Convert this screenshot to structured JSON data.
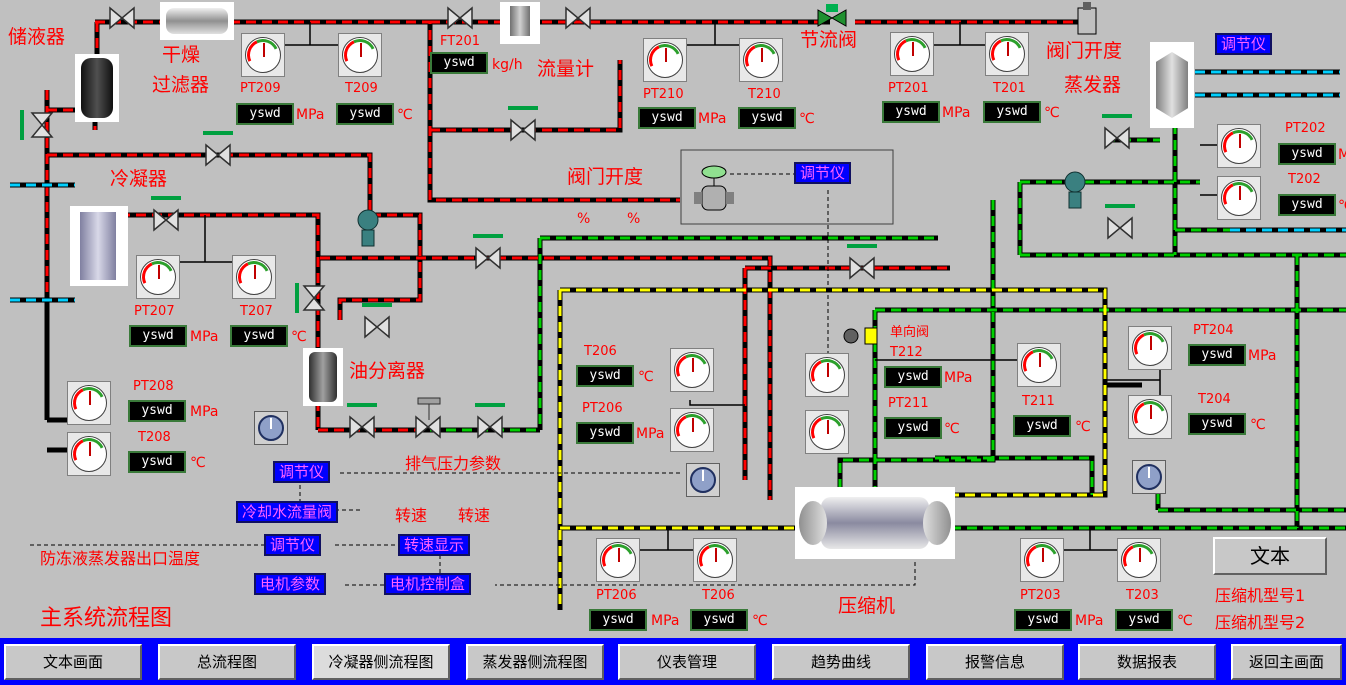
{
  "title": "主系统流程图",
  "labels": {
    "receiver": "储液器",
    "dryer_l1": "干燥",
    "dryer_l2": "过滤器",
    "flowmeter": "流量计",
    "throttle": "节流阀",
    "valve_open_top": "阀门开度",
    "evaporator": "蒸发器",
    "condenser": "冷凝器",
    "valve_open_mid": "阀门开度",
    "oil_sep": "油分离器",
    "compressor": "压缩机",
    "check_valve": "单向阀",
    "discharge": "排气压力参数",
    "speed1": "转速",
    "speed2": "转速",
    "antifreeze": "防冻液蒸发器出口温度",
    "model1": "压缩机型号1",
    "model2": "压缩机型号2",
    "pct1": "%",
    "pct2": "%"
  },
  "units": {
    "kg": "kg/h",
    "mpa": "MPa",
    "c": "℃"
  },
  "value_text": "yswd",
  "tags": {
    "FT201": "FT201",
    "PT209": "PT209",
    "T209": "T209",
    "PT210": "PT210",
    "T210": "T210",
    "PT201": "PT201",
    "T201": "T201",
    "PT202": "PT202",
    "T202": "T202",
    "PT207": "PT207",
    "T207": "T207",
    "PT208": "PT208",
    "T208": "T208",
    "T206a": "T206",
    "PT206a": "PT206",
    "T212": "T212",
    "PT211": "PT211",
    "T211": "T211",
    "PT204": "PT204",
    "T204": "T204",
    "PT206b": "PT206",
    "T206b": "T206",
    "PT203": "PT203",
    "T203": "T203"
  },
  "controls": {
    "regulator_mid": "调节仪",
    "regulator_top": "调节仪",
    "regulator_left": "调节仪",
    "cooling_valve": "冷却水流量阀",
    "regulator_bottom": "调节仪",
    "speed_display": "转速显示",
    "motor_params": "电机参数",
    "motor_box": "电机控制盒"
  },
  "text_button": "文本",
  "nav": [
    "文本画面",
    "总流程图",
    "冷凝器侧流程图",
    "蒸发器侧流程图",
    "仪表管理",
    "趋势曲线",
    "报警信息",
    "数据报表",
    "返回主画面"
  ],
  "colors": {
    "hot_pipe": "#ff0000",
    "cold_pipe": "#00c000",
    "water_pipe": "#00c8ff",
    "yellow_pipe": "#ffff00",
    "panel": "#c0c0c0",
    "nav": "#0000ff"
  }
}
